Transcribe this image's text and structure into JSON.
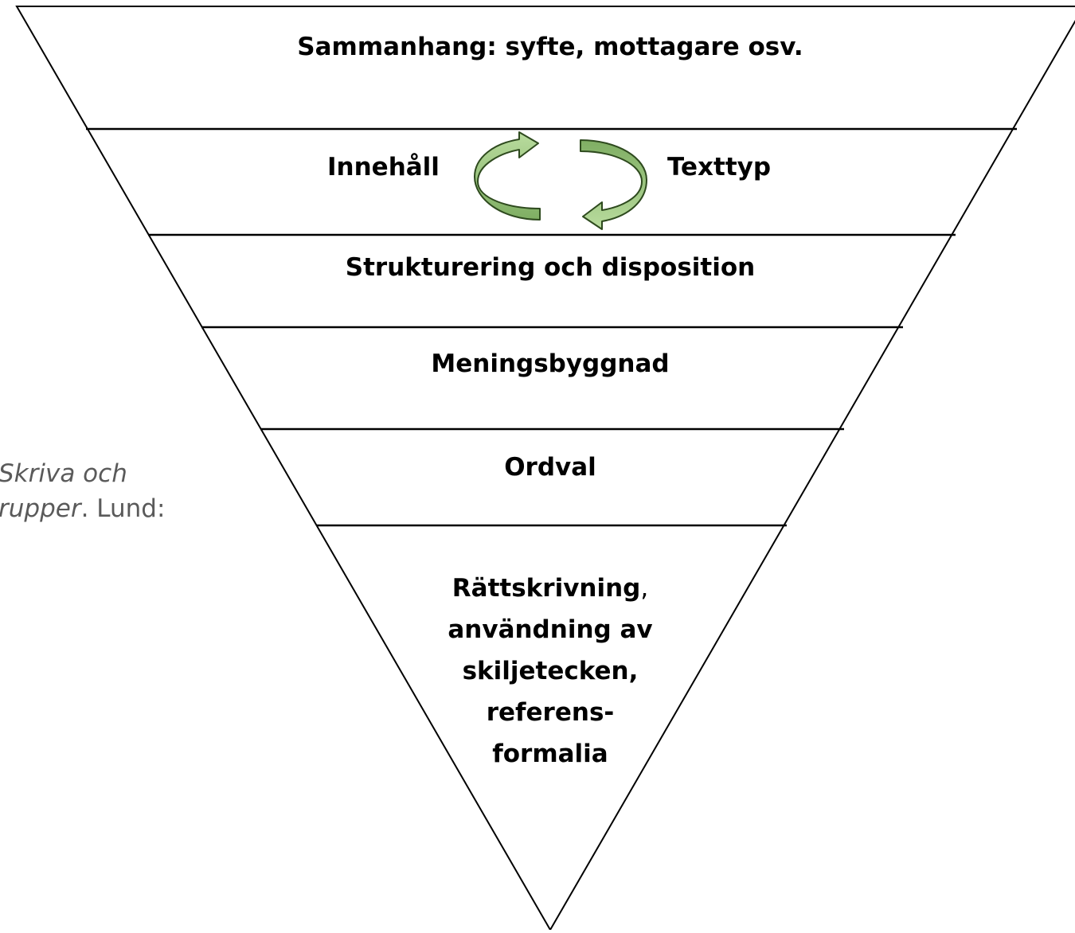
{
  "levels": {
    "sammanhang": "Sammanhang: syfte, mottagare osv.",
    "innehall": "Innehåll",
    "texttyp": "Texttyp",
    "struktur": "Strukturering och disposition",
    "meningsbyggnad": "Meningsbyggnad",
    "ordval": "Ordval",
    "bottom": {
      "line1": "Rättskrivning",
      "line1_comma": ",",
      "line2": "användning av",
      "line3": "skiljetecken,",
      "line4": "referens-",
      "line5": "formalia"
    }
  },
  "side_note": {
    "line1_italic": "Skriva och",
    "line2_italic": "rupper",
    "line2_rest": ". Lund:"
  },
  "colors": {
    "arrow_fill_light": "#a9d18e",
    "arrow_fill_dark": "#8fbc73",
    "arrow_stroke": "#2e4a1e",
    "line": "#000000",
    "side_text": "#5a5a5a"
  },
  "icons": {
    "cycle_arrow_left": "curved-arrow-icon",
    "cycle_arrow_right": "curved-arrow-icon"
  }
}
